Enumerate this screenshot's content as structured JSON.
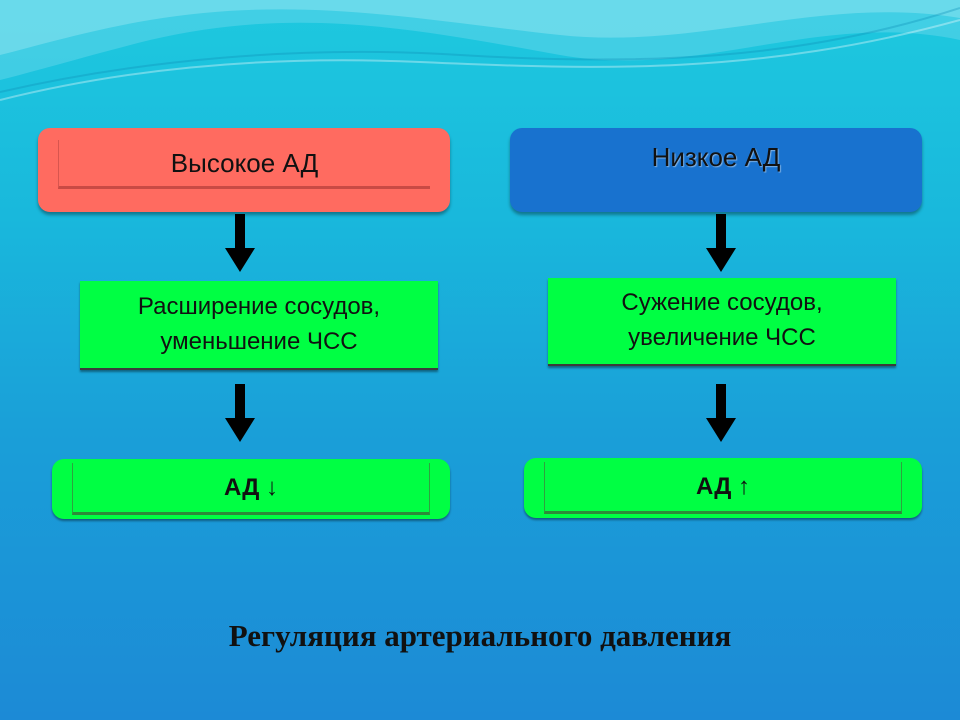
{
  "left": {
    "condition": "Высокое АД",
    "response_line1": "Расширение сосудов,",
    "response_line2": "уменьшение ЧСС",
    "result": "АД ↓"
  },
  "right": {
    "condition": "Низкое АД",
    "response_line1": "Сужение сосудов,",
    "response_line2": "увеличение ЧСС",
    "result": "АД ↑"
  },
  "title": "Регуляция артериального давления",
  "colors": {
    "high_pressure_box": "#ff6b60",
    "low_pressure_box": "#1872cf",
    "response_box": "#00ff43",
    "arrow": "#000000"
  },
  "icons": {
    "flow_arrow": "arrow-down-icon"
  }
}
